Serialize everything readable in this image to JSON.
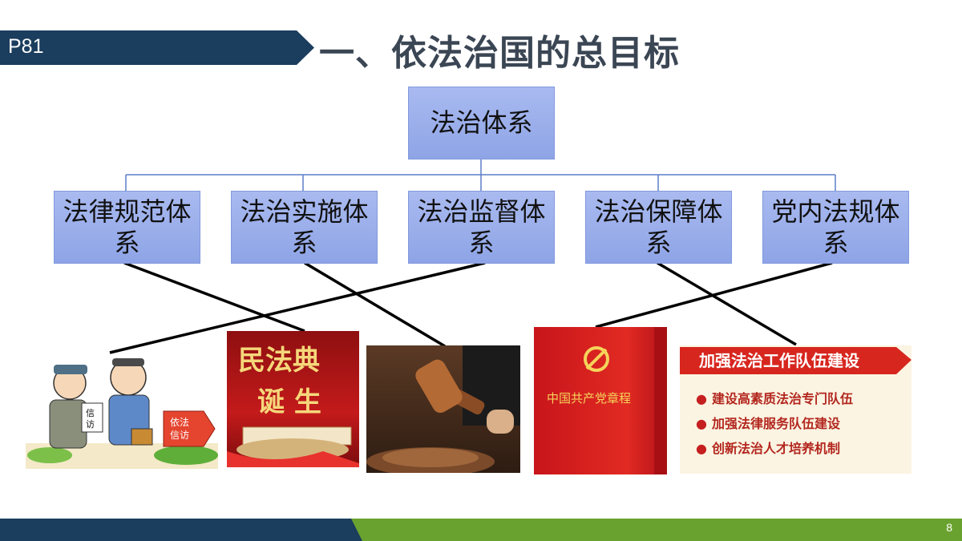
{
  "header": {
    "page_badge": "P81",
    "title": "一、依法治国的总目标"
  },
  "tree": {
    "root": "法治体系",
    "children": [
      {
        "label": "法律规范体系"
      },
      {
        "label": "法治实施体系"
      },
      {
        "label": "法治监督体系"
      },
      {
        "label": "法治保障体系"
      },
      {
        "label": "党内法规体系"
      }
    ]
  },
  "images": {
    "petition": {
      "sign1": "信访",
      "sign2": "依法信访"
    },
    "civil_code": {
      "line1": "民法典",
      "line2": "诞生"
    },
    "party_book": {
      "title": "中国共产党章程"
    },
    "team": {
      "title": "加强法治工作队伍建设",
      "items": [
        "建设高素质法治专门队伍",
        "加强法律服务队伍建设",
        "创新法治人才培养机制"
      ]
    }
  },
  "footer": {
    "page_number": "8"
  },
  "colors": {
    "navy": "#1b3d5e",
    "green": "#6aa22f",
    "box": "#9bb0ec",
    "red": "#c8151b"
  }
}
